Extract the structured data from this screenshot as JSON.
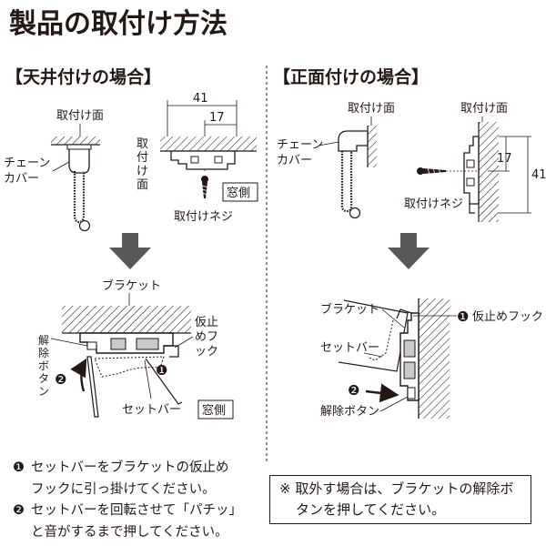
{
  "title": "製品の取付け方法",
  "ceiling": {
    "heading": "【天井付けの場合】",
    "mount_surface": "取付け面",
    "chain_cover": [
      "チェーン",
      "カバー"
    ],
    "mount_surface_vertical": [
      "取",
      "付",
      "け",
      "面"
    ],
    "dim_total": "41",
    "dim_part": "17",
    "window_side": "窓側",
    "screw": "取付けネジ",
    "bracket": "ブラケット",
    "release_button": [
      "解",
      "除",
      "ボ",
      "タ",
      "ン"
    ],
    "temp_hook": [
      "仮止",
      "めフ",
      "ック"
    ],
    "set_bar": "セットバー",
    "window_side_2": "窓側"
  },
  "front": {
    "heading": "【正面付けの場合】",
    "mount_surface": "取付け面",
    "chain_cover": [
      "チェーン",
      "カバー"
    ],
    "mount_surface_2": "取付け面",
    "dim_total": "41",
    "dim_part": "17",
    "screw": "取付けネジ",
    "bracket": "ブラケット",
    "temp_hook": "仮止めフック",
    "set_bar": "セットバー",
    "release_button": "解除ボタン"
  },
  "markers": {
    "one": "❶",
    "two": "❷"
  },
  "steps": [
    {
      "marker": "❶",
      "lines": [
        "セットバーをブラケットの仮止め",
        "フックに引っ掛けてください。"
      ]
    },
    {
      "marker": "❷",
      "lines": [
        "セットバーを回転させて「パチッ」",
        "と音がするまで押してください。"
      ]
    }
  ],
  "note": {
    "lines": [
      "※ 取外す場合は、ブラケットの解除ボ",
      "タンを押してください。"
    ]
  }
}
